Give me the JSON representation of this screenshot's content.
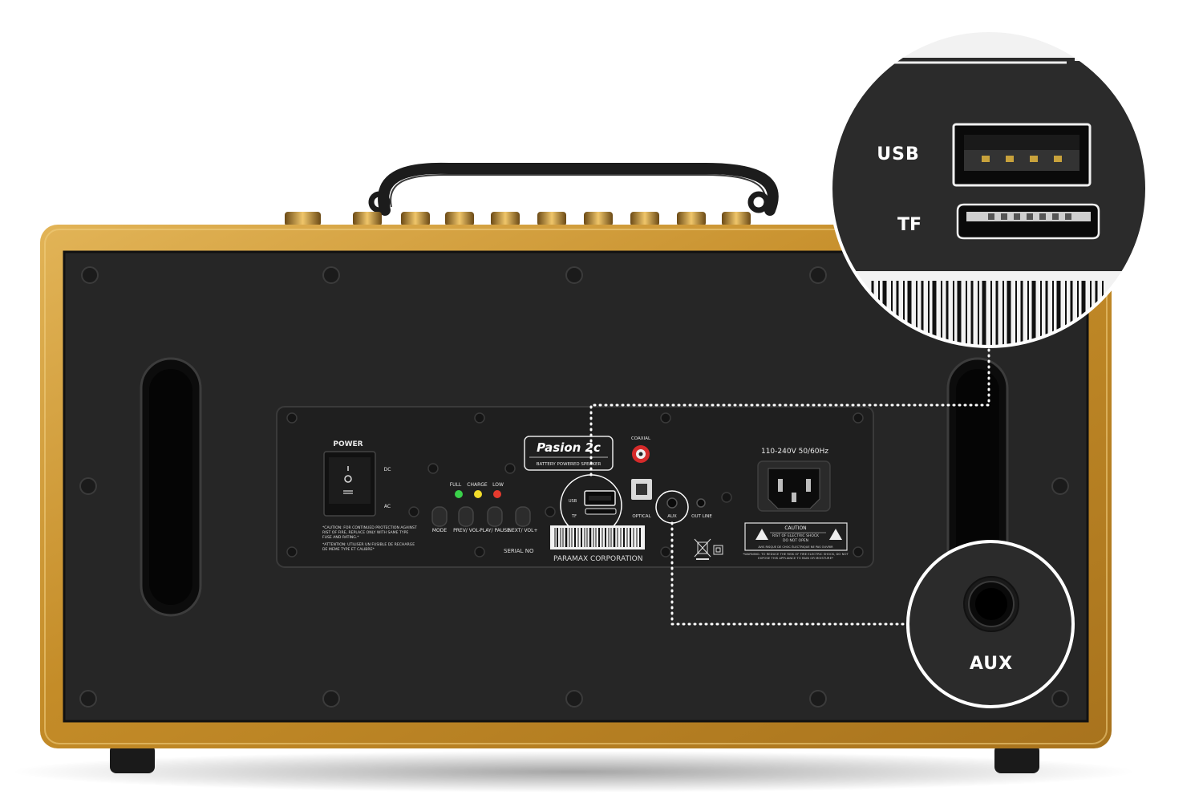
{
  "product": {
    "brand_logo": "Pasion 2c",
    "brand_subtitle": "BATTERY POWERED SPEAKER",
    "manufacturer": "PARAMAX CORPORATION",
    "serial_label": "SERIAL NO"
  },
  "panel": {
    "power_label": "POWER",
    "dc_label": "DC",
    "ac_label": "AC",
    "led_labels": [
      "FULL",
      "CHARGE",
      "LOW"
    ],
    "buttons": [
      "MODE",
      "PREV/ VOL-",
      "PLAY/ PAUSE",
      "NEXT/ VOL+"
    ],
    "port_labels": {
      "usb": "USB",
      "tf": "TF",
      "coaxial": "COAXIAL",
      "optical": "OPTICAL",
      "aux": "AUX",
      "out_line": "OUT LINE"
    },
    "voltage": "110-240V 50/60Hz",
    "caution_title": "CAUTION",
    "caution_line1": "RIST OF ELECTRIC SHOCK",
    "caution_line2": "DO NOT OPEN",
    "caution_fr": "AVIS RISQUE DE CHOC ÉLECTRIQUE NE PAS OUVRIR",
    "warning_text": "*WARNING: TO REDUCE THE RISK OF FIRE ELECTRIC SHOCK, DO NOT EXPOSE THIS APPLIANCE TO RAIN OR MOISTURE*",
    "fuse_caution_en": "*CAUTION: FOR CONTINUED PROTECTION AGAINST RIST OF FIRE, REPLACE ONLY WITH SAME TYPE FUSE AND RATING.*",
    "fuse_caution_fr": "*ATTENTION: UTILISER UN FUSIBLE DE RECHARGE DE MEME TYPE ET CALIBRE*"
  },
  "callouts": {
    "top": {
      "usb": "USB",
      "tf": "TF"
    },
    "bottom": {
      "aux": "AUX"
    }
  },
  "colors": {
    "cabinet_gold": "#c9952f",
    "panel_black": "#262626",
    "callout_bg": "#2b2b2b",
    "led_full": "#3ad14a",
    "led_charge": "#f2dc2a",
    "led_low": "#e63a2e",
    "coaxial_ring": "#d62a2a"
  }
}
